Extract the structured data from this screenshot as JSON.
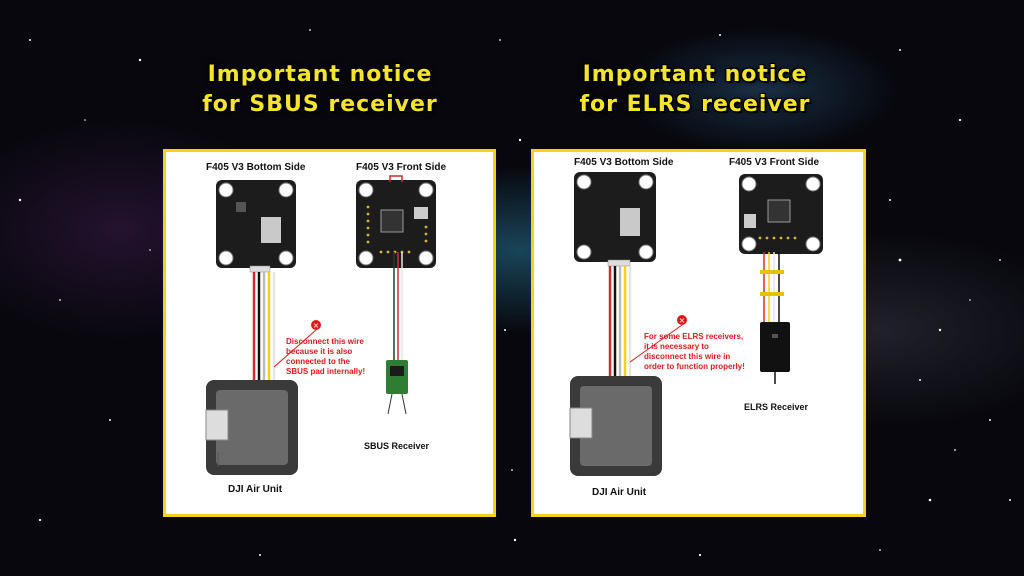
{
  "headlines": {
    "sbus": [
      "Important notice",
      "for SBUS receiver"
    ],
    "elrs": [
      "Important notice",
      "for ELRS receiver"
    ]
  },
  "sbus_panel": {
    "bottom_side_label": "F405 V3 Bottom Side",
    "front_side_label": "F405 V3 Front Side",
    "warning_lines": [
      "Disconnect this wire",
      "because it is also",
      "connected to the",
      "SBUS pad internally!"
    ],
    "air_unit_label": "DJI Air Unit",
    "receiver_label": "SBUS Receiver"
  },
  "elrs_panel": {
    "bottom_side_label": "F405 V3 Bottom Side",
    "front_side_label": "F405 V3 Front Side",
    "warning_lines": [
      "For some ELRS receivers,",
      "it is necessary to",
      "disconnect this wire in",
      "order to function properly!"
    ],
    "air_unit_label": "DJI Air Unit",
    "receiver_label": "ELRS Receiver"
  },
  "colors": {
    "headline": "#f5e52a",
    "panel_border": "#f2d21a",
    "warning": "#e01919"
  }
}
